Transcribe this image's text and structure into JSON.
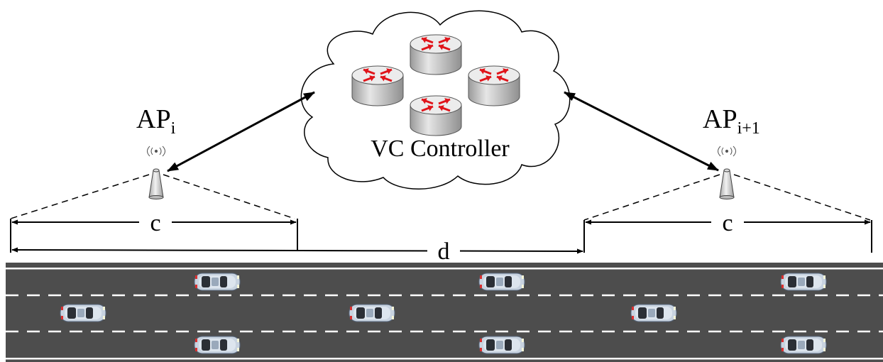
{
  "cloud": {
    "label": "VC Controller",
    "routers": [
      {
        "name": "router-top"
      },
      {
        "name": "router-left"
      },
      {
        "name": "router-right"
      },
      {
        "name": "router-bottom"
      }
    ]
  },
  "access_points": [
    {
      "name": "ap-i",
      "label": "AP",
      "subscript": "i"
    },
    {
      "name": "ap-i-plus-1",
      "label": "AP",
      "subscript": "i+1"
    }
  ],
  "dimensions": {
    "coverage_left": "c",
    "coverage_right": "c",
    "ap_spacing": "d"
  },
  "road": {
    "lanes": 3,
    "cars_per_lane": [
      3,
      3,
      3
    ]
  },
  "colors": {
    "road": "#4d4d4d",
    "lane_marking": "#ffffff",
    "arrow_red": "#e0141a",
    "router_body": "#d4d4d4",
    "car_body": "#c8d3e0"
  }
}
